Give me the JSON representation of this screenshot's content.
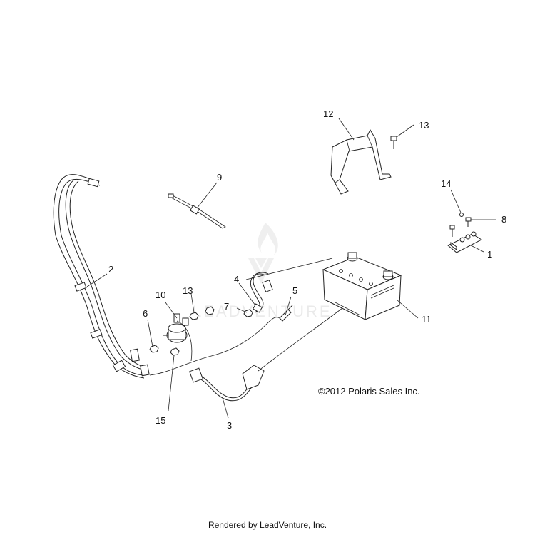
{
  "watermark": {
    "text": "LEADVENTURE"
  },
  "copyright": "©2012 Polaris Sales Inc.",
  "footer": "Rendered by LeadVenture, Inc.",
  "callouts": {
    "c1": "1",
    "c2": "2",
    "c3": "3",
    "c4": "4",
    "c5": "5",
    "c6": "6",
    "c7": "7",
    "c8": "8",
    "c9": "9",
    "c10": "10",
    "c11": "11",
    "c12": "12",
    "c13a": "13",
    "c13b": "13",
    "c14": "14",
    "c15": "15"
  }
}
